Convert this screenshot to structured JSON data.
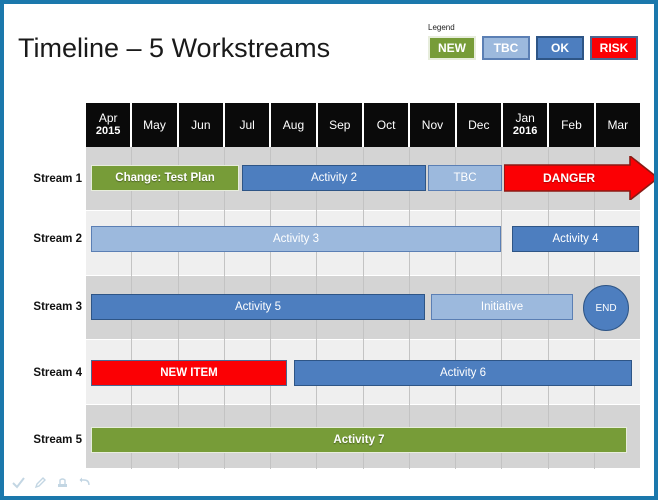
{
  "window": {
    "border_color": "#1b78ac",
    "background": "#ffffff"
  },
  "page_title": "Timeline – 5 Workstreams",
  "legend": {
    "title": "Legend",
    "items": [
      {
        "label": "NEW",
        "color": "#779c38",
        "border": "#e7eddc"
      },
      {
        "label": "TBC",
        "color": "#9cb9dd",
        "border": "#5b7fb4"
      },
      {
        "label": "OK",
        "color": "#4d7ebf",
        "border": "#2e5586"
      },
      {
        "label": "RISK",
        "color": "#fb0004",
        "border": "#4a6791"
      }
    ]
  },
  "timeline": {
    "months": [
      {
        "name": "Apr",
        "year": "2015"
      },
      {
        "name": "May",
        "year": ""
      },
      {
        "name": "Jun",
        "year": ""
      },
      {
        "name": "Jul",
        "year": ""
      },
      {
        "name": "Aug",
        "year": ""
      },
      {
        "name": "Sep",
        "year": ""
      },
      {
        "name": "Oct",
        "year": ""
      },
      {
        "name": "Nov",
        "year": ""
      },
      {
        "name": "Dec",
        "year": ""
      },
      {
        "name": "Jan",
        "year": "2016"
      },
      {
        "name": "Feb",
        "year": ""
      },
      {
        "name": "Mar",
        "year": ""
      }
    ],
    "streams": [
      {
        "label": "Stream 1"
      },
      {
        "label": "Stream 2"
      },
      {
        "label": "Stream 3"
      },
      {
        "label": "Stream 4"
      },
      {
        "label": "Stream 5"
      }
    ]
  },
  "chart_data": {
    "type": "bar",
    "title": "Timeline – 5 Workstreams",
    "xlabel": "",
    "ylabel": "",
    "categories": [
      "Apr 2015",
      "May",
      "Jun",
      "Jul",
      "Aug",
      "Sep",
      "Oct",
      "Nov",
      "Dec",
      "Jan 2016",
      "Feb",
      "Mar"
    ],
    "axis_range": [
      "Apr 2015",
      "Mar 2016"
    ],
    "grid": true,
    "legend_position": "top-right",
    "tasks": [
      {
        "stream": "Stream 1",
        "label": "Change: Test Plan",
        "status": "NEW",
        "start_month": "Apr 2015",
        "end_month": "Jul 2015",
        "start_index": 0.0,
        "end_index": 3.4,
        "color": "#779c38"
      },
      {
        "stream": "Stream 1",
        "label": "Activity 2",
        "status": "OK",
        "start_month": "Jul 2015",
        "end_month": "Nov 2015",
        "start_index": 3.5,
        "end_index": 7.7,
        "color": "#4d7ebf"
      },
      {
        "stream": "Stream 1",
        "label": "TBC",
        "status": "TBC",
        "start_month": "Nov 2015",
        "end_month": "Dec 2015",
        "start_index": 7.8,
        "end_index": 9.2,
        "color": "#9cb9dd"
      },
      {
        "stream": "Stream 1",
        "label": "DANGER",
        "status": "RISK",
        "start_month": "Jan 2016",
        "end_month": "Mar 2016+",
        "start_index": 9.3,
        "end_index": 12.4,
        "color": "#fb0004",
        "shape": "arrow"
      },
      {
        "stream": "Stream 2",
        "label": "Activity 3",
        "status": "TBC",
        "start_month": "Apr 2015",
        "end_month": "Dec 2015",
        "start_index": 0.0,
        "end_index": 9.1,
        "color": "#9cb9dd"
      },
      {
        "stream": "Stream 2",
        "label": "Activity 4",
        "status": "OK",
        "start_month": "Jan 2016",
        "end_month": "Mar 2016",
        "start_index": 9.3,
        "end_index": 12.0,
        "color": "#4d7ebf"
      },
      {
        "stream": "Stream 3",
        "label": "Activity 5",
        "status": "OK",
        "start_month": "Apr 2015",
        "end_month": "Nov 2015",
        "start_index": 0.0,
        "end_index": 7.6,
        "color": "#4d7ebf"
      },
      {
        "stream": "Stream 3",
        "label": "Initiative",
        "status": "TBC",
        "start_month": "Nov 2015",
        "end_month": "Feb 2016",
        "start_index": 7.8,
        "end_index": 11.0,
        "color": "#9cb9dd"
      },
      {
        "stream": "Stream 3",
        "label": "END",
        "status": "OK",
        "start_month": "Mar 2016",
        "end_month": "Mar 2016",
        "start_index": 11.2,
        "end_index": 12.0,
        "color": "#4d7ebf",
        "shape": "circle"
      },
      {
        "stream": "Stream 4",
        "label": "NEW ITEM",
        "status": "RISK",
        "start_month": "Apr 2015",
        "end_month": "Aug 2015",
        "start_index": 0.0,
        "end_index": 4.4,
        "color": "#fb0004"
      },
      {
        "stream": "Stream 4",
        "label": "Activity 6",
        "status": "OK",
        "start_month": "Aug 2015",
        "end_month": "Mar 2016",
        "start_index": 4.5,
        "end_index": 11.9,
        "color": "#4d7ebf"
      },
      {
        "stream": "Stream 5",
        "label": "Activity 7",
        "status": "NEW",
        "start_month": "Apr 2015",
        "end_month": "Mar 2016",
        "start_index": 0.0,
        "end_index": 11.7,
        "color": "#779c38"
      }
    ]
  },
  "bars": {
    "s1_change": "Change: Test Plan",
    "s1_activity2": "Activity 2",
    "s1_tbc": "TBC",
    "s1_danger": "DANGER",
    "s2_activity3": "Activity 3",
    "s2_activity4": "Activity 4",
    "s3_activity5": "Activity 5",
    "s3_initiative": "Initiative",
    "s3_end": "END",
    "s4_newitem": "NEW ITEM",
    "s4_activity6": "Activity 6",
    "s5_activity7": "Activity 7"
  },
  "toolbar": {
    "icons": [
      "check-icon",
      "pencil-icon",
      "stamp-icon",
      "undo-icon"
    ]
  }
}
